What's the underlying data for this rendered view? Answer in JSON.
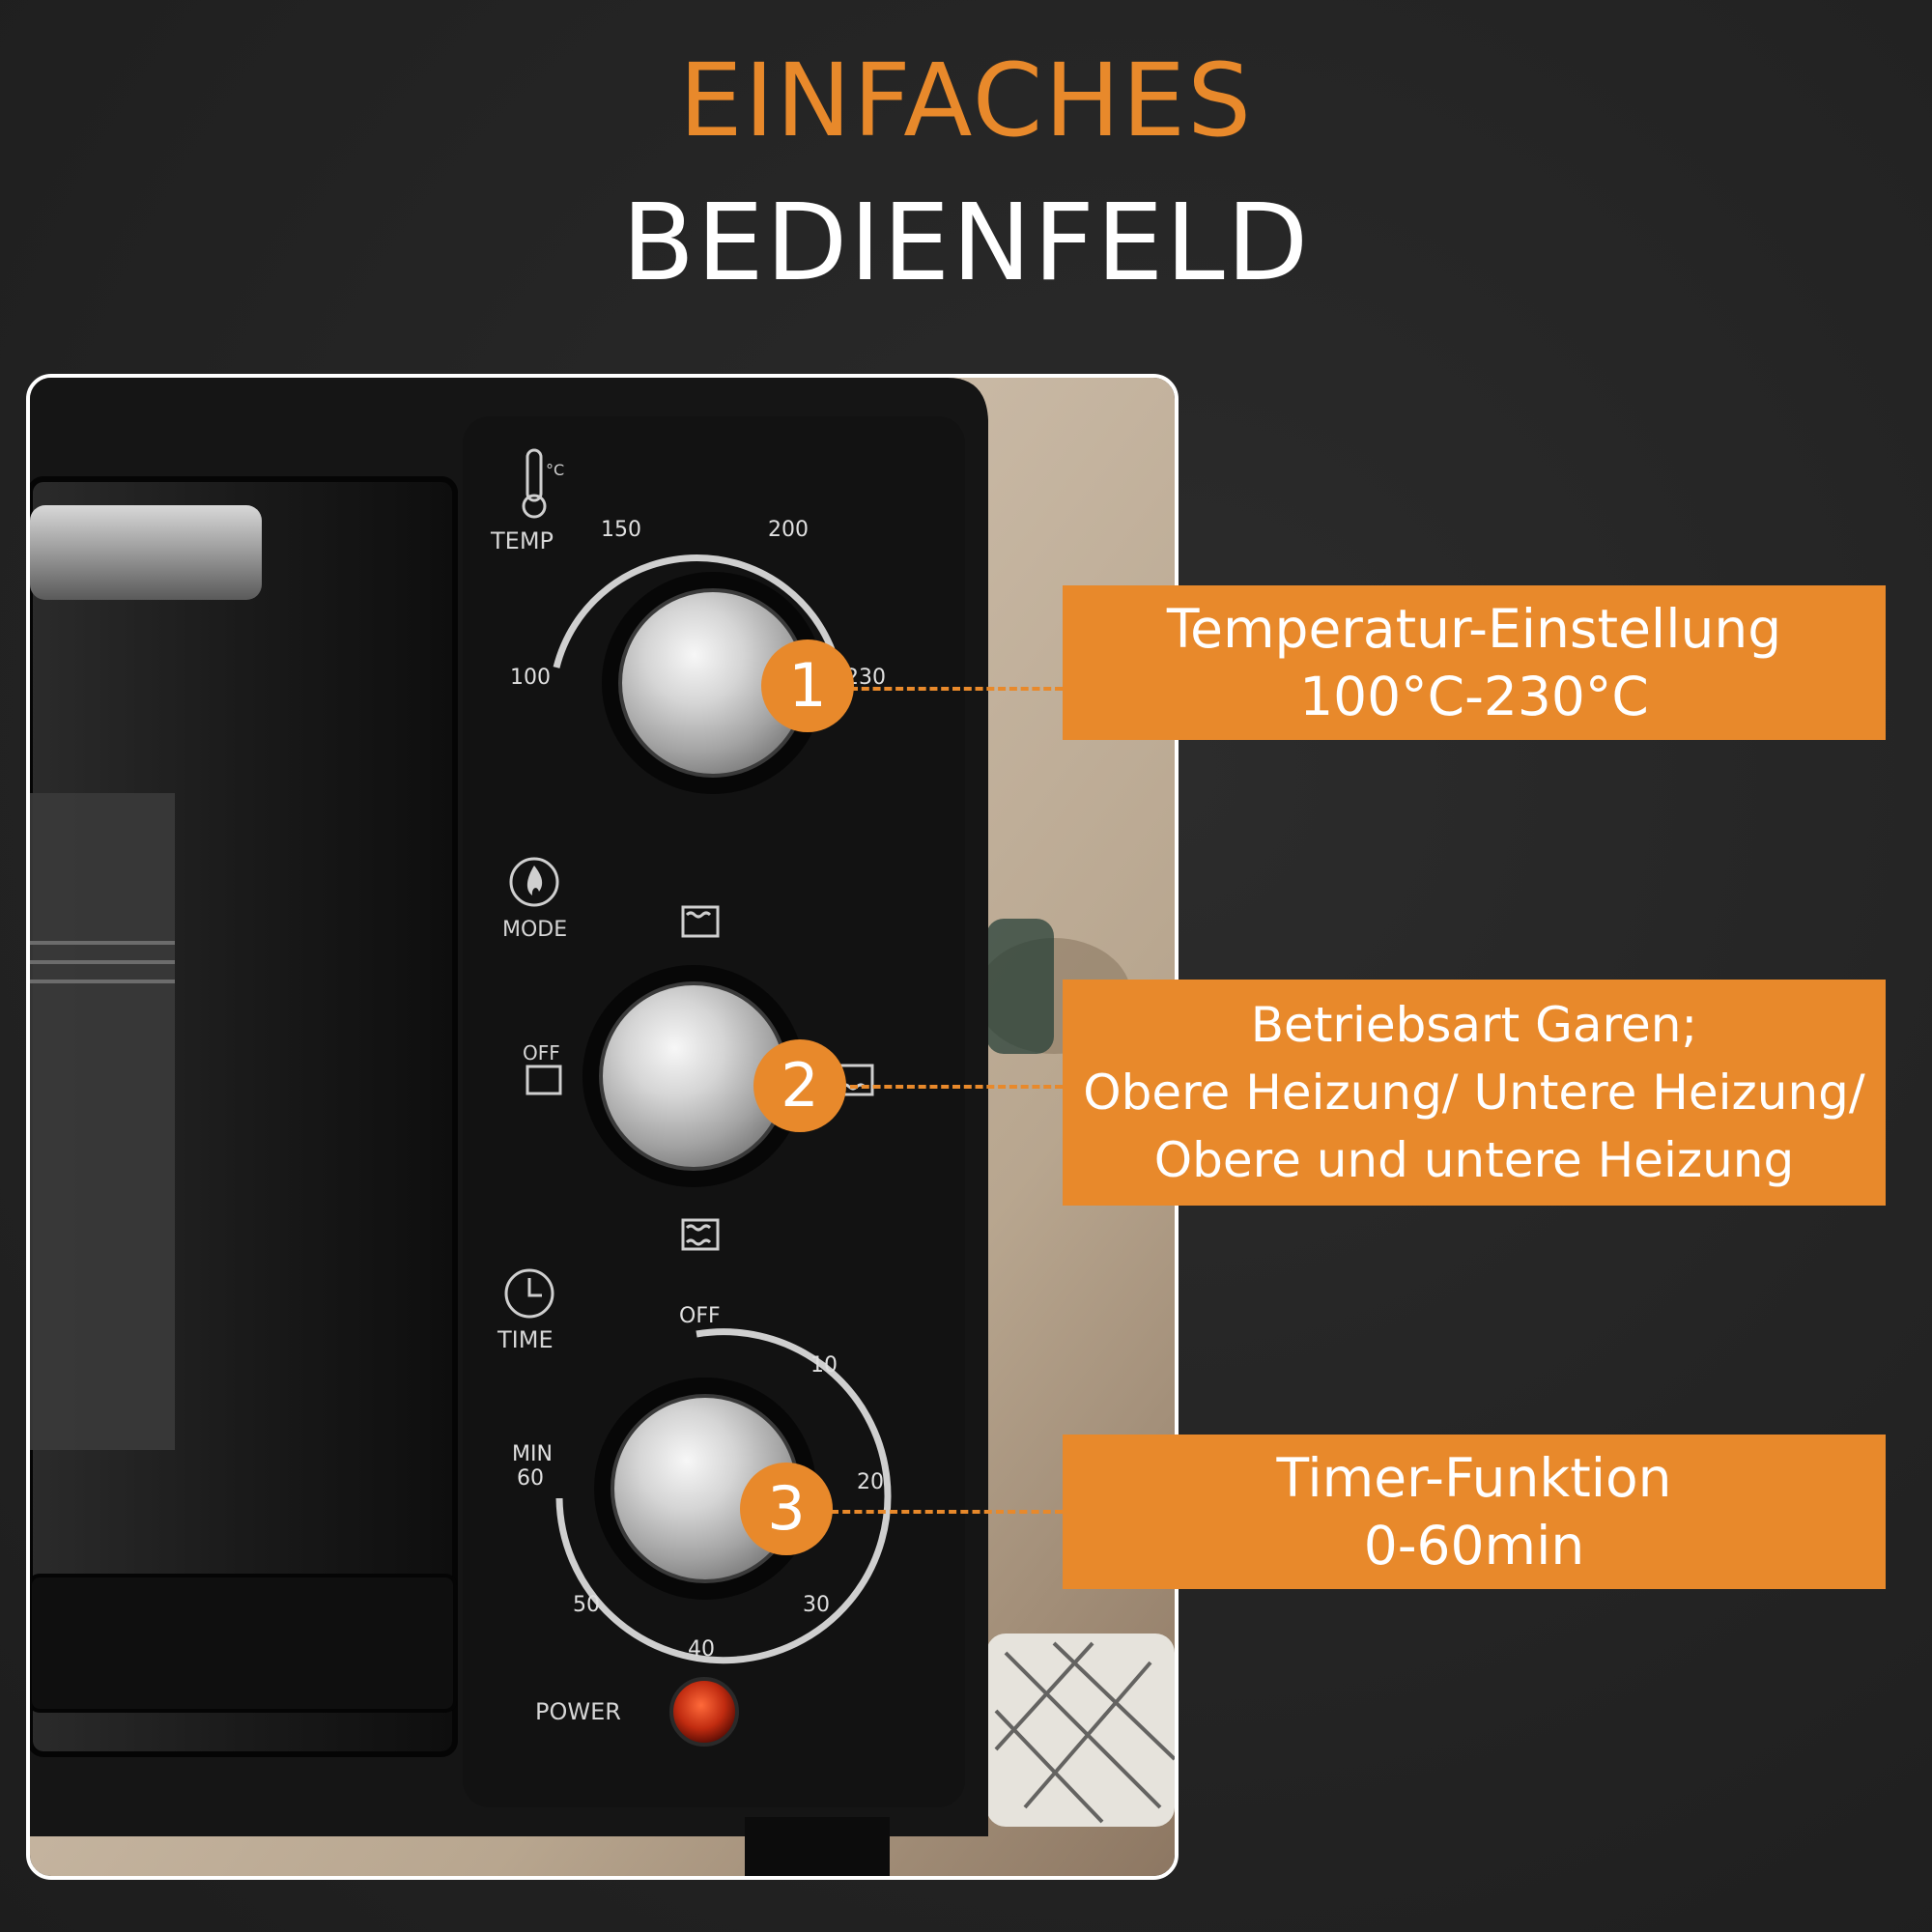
{
  "headline": {
    "line1": "EINFACHES",
    "line2": "BEDIENFELD"
  },
  "colors": {
    "accent": "#e8892b",
    "background": "#262626",
    "headline_secondary": "#ffffff",
    "oven_body": "#141414"
  },
  "photo": {
    "temp_knob": {
      "icon": "thermometer-icon",
      "unit_mark": "°C",
      "label": "TEMP",
      "scale": [
        "100",
        "150",
        "200",
        "230"
      ]
    },
    "mode_knob": {
      "icon": "flame-icon",
      "label": "MODE",
      "off_label": "OFF",
      "mode_icons": [
        "top-heat-icon",
        "bottom-heat-icon",
        "top-bottom-heat-icon"
      ]
    },
    "time_knob": {
      "icon": "clock-icon",
      "label": "TIME",
      "unit_label": "MIN",
      "scale": [
        "OFF",
        "10",
        "20",
        "30",
        "40",
        "50",
        "60"
      ]
    },
    "power_label": "POWER"
  },
  "callouts": [
    {
      "number": "1",
      "lines": [
        "Temperatur-Einstellung",
        "100°C-230°C"
      ]
    },
    {
      "number": "2",
      "lines": [
        "Betriebsart Garen;",
        "Obere Heizung/ Untere Heizung/",
        "Obere und untere Heizung"
      ]
    },
    {
      "number": "3",
      "lines": [
        "Timer-Funktion",
        "0-60min"
      ]
    }
  ]
}
